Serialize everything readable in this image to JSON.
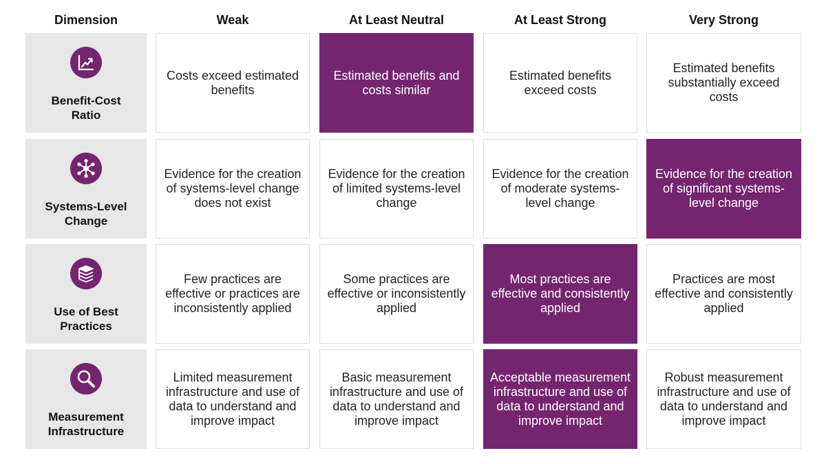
{
  "colors": {
    "accent": "#74256f",
    "dimension_bg": "#e7e7e7",
    "cell_border": "#dedede"
  },
  "headers": [
    "Dimension",
    "Weak",
    "At Least Neutral",
    "At Least Strong",
    "Very Strong"
  ],
  "rows": [
    {
      "label": "Benefit-Cost Ratio",
      "icon": "chart-trend-icon",
      "cells": [
        "Costs exceed estimated benefits",
        "Estimated benefits and costs similar",
        "Estimated benefits exceed costs",
        "Estimated benefits substantially exceed costs"
      ],
      "highlighted_rating": "At Least Neutral"
    },
    {
      "label": "Systems-Level Change",
      "icon": "network-icon",
      "cells": [
        "Evidence for the creation of systems-level change does not exist",
        "Evidence for the creation of limited systems-level change",
        "Evidence for the creation of moderate systems-level change",
        "Evidence for the creation of significant systems-level change"
      ],
      "highlighted_rating": "Very Strong"
    },
    {
      "label": "Use of Best Practices",
      "icon": "books-stack-icon",
      "cells": [
        "Few practices are effective or practices are inconsistently applied",
        "Some practices are effective or inconsistently applied",
        "Most practices are effective and consistently applied",
        "Practices are most effective and consistently applied"
      ],
      "highlighted_rating": "At Least Strong"
    },
    {
      "label": "Measurement Infrastructure",
      "icon": "magnifier-icon",
      "cells": [
        "Limited measurement infrastructure and use of data to understand and improve impact",
        "Basic measurement infrastructure and use of data to understand and improve impact",
        "Acceptable measurement infrastructure and use of data to understand and improve impact",
        "Robust measurement infrastructure and use of data to understand and improve impact"
      ],
      "highlighted_rating": "At Least Strong"
    }
  ]
}
